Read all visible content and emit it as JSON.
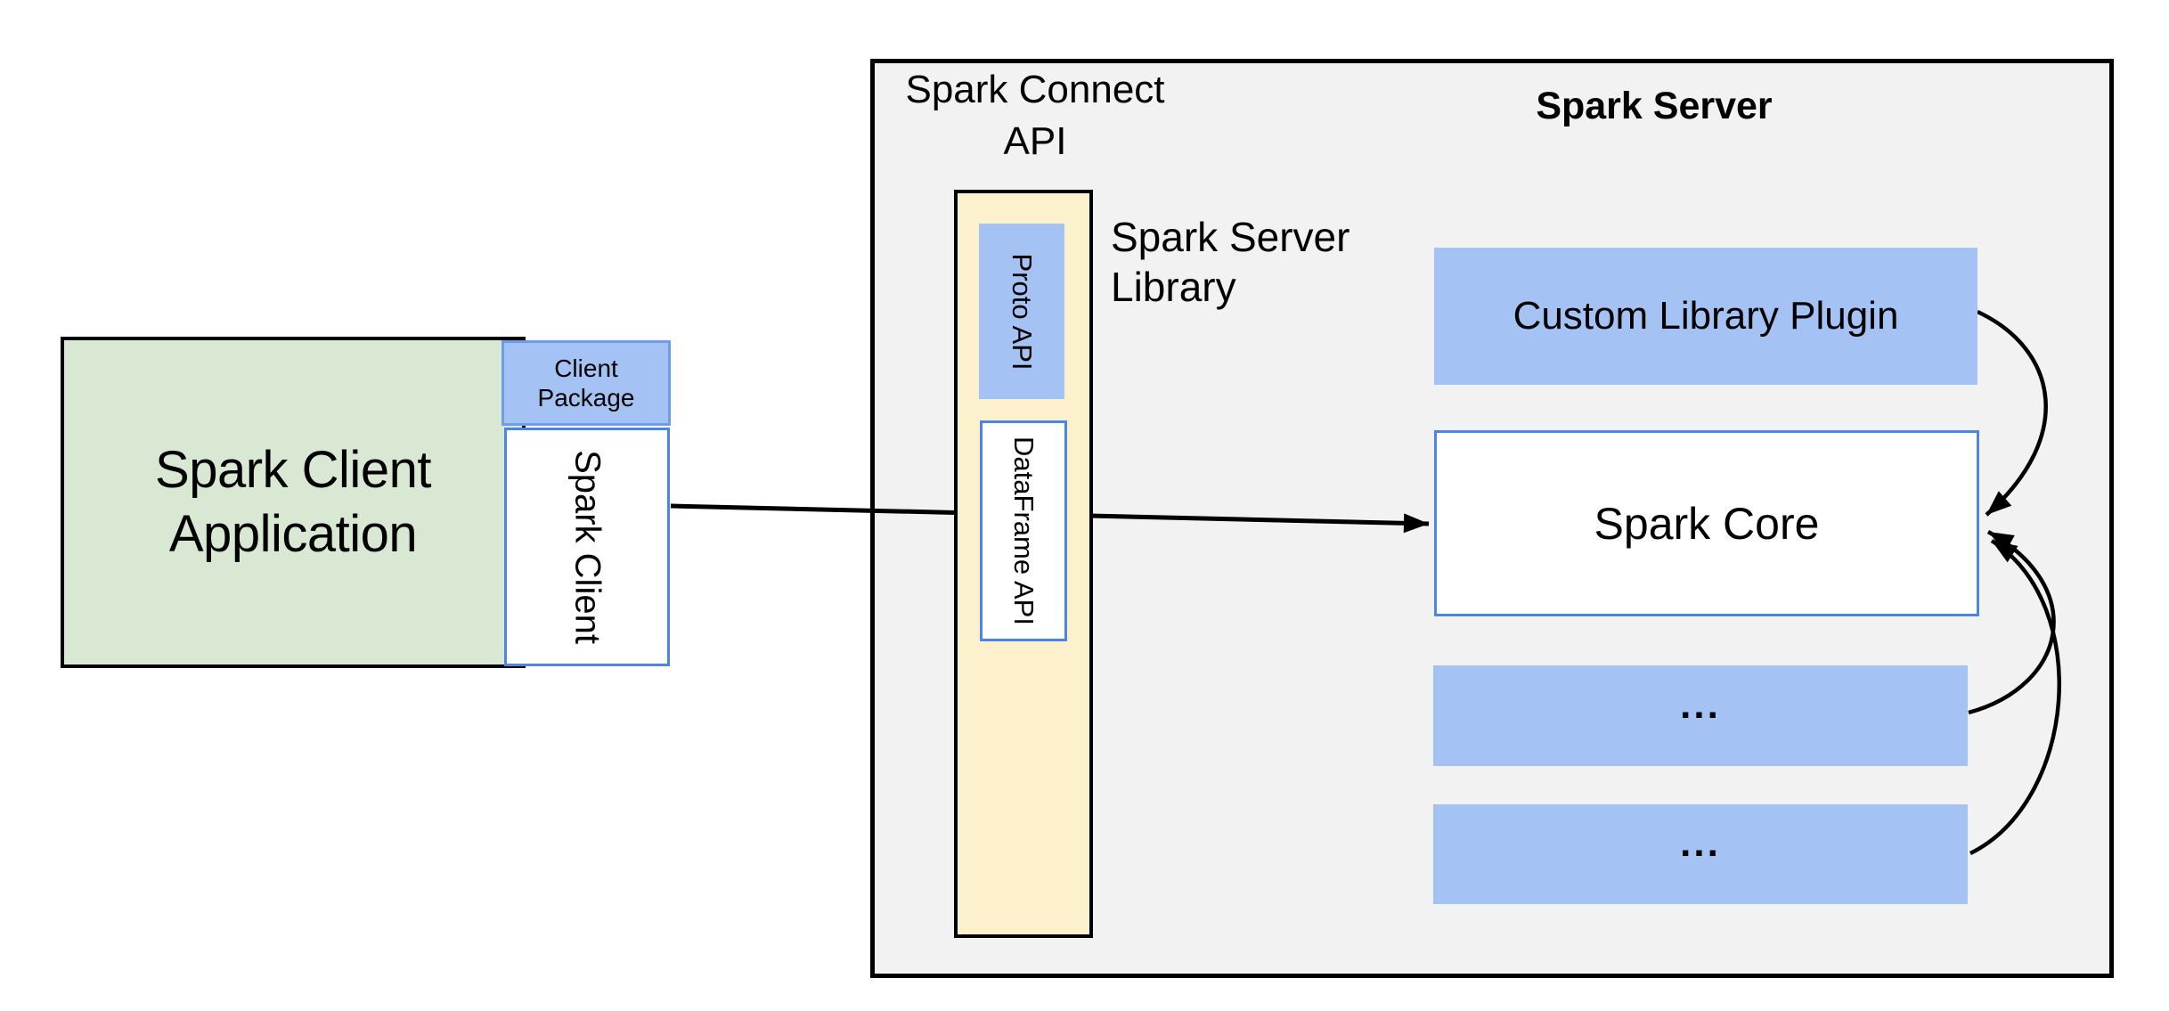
{
  "colors": {
    "client_app_fill": "#d9e8d2",
    "accent_blue_fill": "#a4c2f4",
    "library_column_fill": "#fdf0cd",
    "server_panel_fill": "#f2f2f2",
    "box_border_blue": "#4a86e8",
    "package_border_blue": "#6d9eeb",
    "line_color": "#000000"
  },
  "client_application": {
    "label_line1": "Spark Client",
    "label_line2": "Application"
  },
  "client_package": {
    "label_line1": "Client",
    "label_line2": "Package"
  },
  "spark_client": {
    "label": "Spark Client"
  },
  "spark_connect_api": {
    "title_line1": "Spark Connect",
    "title_line2": "API"
  },
  "spark_server_library": {
    "proto_api_label": "Proto API",
    "dataframe_api_label": "DataFrame API",
    "label_line1": "Spark Server",
    "label_line2": "Library"
  },
  "spark_server": {
    "title": "Spark Server",
    "plugin_label": "Custom Library Plugin",
    "core_label": "Spark Core",
    "module1_label": "...",
    "module2_label": "..."
  }
}
